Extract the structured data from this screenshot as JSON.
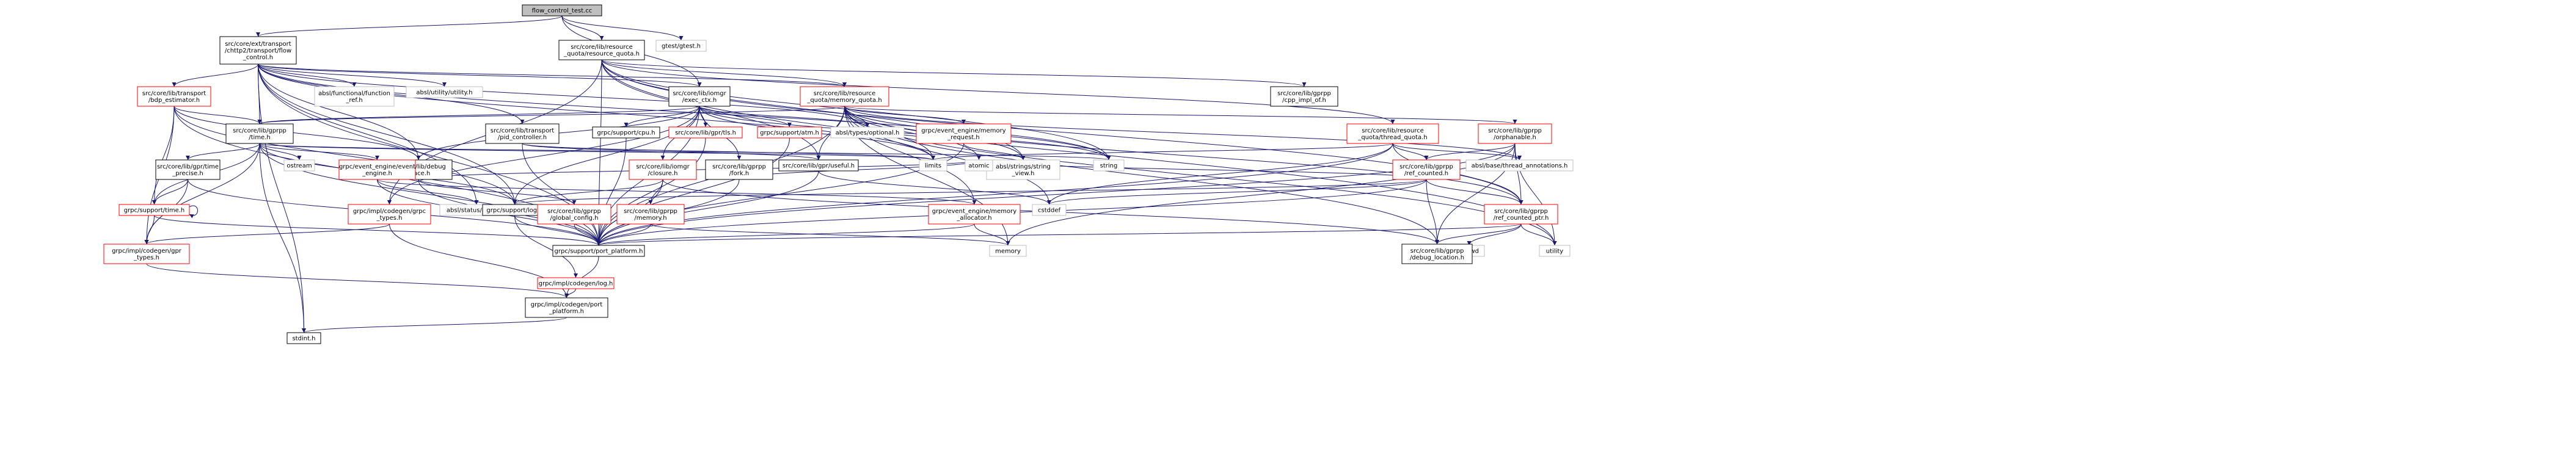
{
  "nodes": [
    {
      "id": "root",
      "lines": [
        "flow_control_test.cc"
      ],
      "kind": "root"
    },
    {
      "id": "flow_control",
      "lines": [
        "src/core/ext/transport",
        "/chttp2/transport/flow",
        "_control.h"
      ],
      "kind": "src"
    },
    {
      "id": "resource_quota",
      "lines": [
        "src/core/lib/resource",
        "_quota/resource_quota.h"
      ],
      "kind": "src"
    },
    {
      "id": "gtest",
      "lines": [
        "gtest/gtest.h"
      ],
      "kind": "gray"
    },
    {
      "id": "bdp_estimator",
      "lines": [
        "src/core/lib/transport",
        "/bdp_estimator.h"
      ],
      "kind": "red"
    },
    {
      "id": "exec_ctx",
      "lines": [
        "src/core/lib/iomgr",
        "/exec_ctx.h"
      ],
      "kind": "src"
    },
    {
      "id": "absl_function_ref",
      "lines": [
        "absl/functional/function",
        "_ref.h"
      ],
      "kind": "gray"
    },
    {
      "id": "absl_utility",
      "lines": [
        "absl/utility/utility.h"
      ],
      "kind": "gray"
    },
    {
      "id": "memory_quota",
      "lines": [
        "src/core/lib/resource",
        "_quota/memory_quota.h"
      ],
      "kind": "red"
    },
    {
      "id": "cpp_impl_of",
      "lines": [
        "src/core/lib/gprpp",
        "/cpp_impl_of.h"
      ],
      "kind": "src"
    },
    {
      "id": "time_h",
      "lines": [
        "src/core/lib/gprpp",
        "/time.h"
      ],
      "kind": "src"
    },
    {
      "id": "pid_controller",
      "lines": [
        "src/core/lib/transport",
        "/pid_controller.h"
      ],
      "kind": "src"
    },
    {
      "id": "support_cpu",
      "lines": [
        "grpc/support/cpu.h"
      ],
      "kind": "src"
    },
    {
      "id": "gpr_tls",
      "lines": [
        "src/core/lib/gpr/tls.h"
      ],
      "kind": "red"
    },
    {
      "id": "support_atm",
      "lines": [
        "grpc/support/atm.h"
      ],
      "kind": "red"
    },
    {
      "id": "absl_optional",
      "lines": [
        "absl/types/optional.h"
      ],
      "kind": "gray"
    },
    {
      "id": "memory_request",
      "lines": [
        "grpc/event_engine/memory",
        "_request.h"
      ],
      "kind": "red"
    },
    {
      "id": "thread_quota",
      "lines": [
        "src/core/lib/resource",
        "_quota/thread_quota.h"
      ],
      "kind": "red"
    },
    {
      "id": "orphanable",
      "lines": [
        "src/core/lib/gprpp",
        "/orphanable.h"
      ],
      "kind": "red"
    },
    {
      "id": "string",
      "lines": [
        "string"
      ],
      "kind": "gray"
    },
    {
      "id": "limits",
      "lines": [
        "limits"
      ],
      "kind": "gray"
    },
    {
      "id": "debug_trace",
      "lines": [
        "src/core/lib/debug",
        "/trace.h"
      ],
      "kind": "src"
    },
    {
      "id": "iomgr_closure",
      "lines": [
        "src/core/lib/iomgr",
        "/closure.h"
      ],
      "kind": "red"
    },
    {
      "id": "gprpp_fork",
      "lines": [
        "src/core/lib/gprpp",
        "/fork.h"
      ],
      "kind": "src"
    },
    {
      "id": "gpr_useful",
      "lines": [
        "src/core/lib/gpr/useful.h"
      ],
      "kind": "src"
    },
    {
      "id": "absl_string_view",
      "lines": [
        "absl/strings/string",
        "_view.h"
      ],
      "kind": "gray"
    },
    {
      "id": "thread_annotations",
      "lines": [
        "absl/base/thread_annotations.h"
      ],
      "kind": "gray"
    },
    {
      "id": "ref_counted",
      "lines": [
        "src/core/lib/gprpp",
        "/ref_counted.h"
      ],
      "kind": "red"
    },
    {
      "id": "time_precise",
      "lines": [
        "src/core/lib/gpr/time",
        "_precise.h"
      ],
      "kind": "src"
    },
    {
      "id": "ostream",
      "lines": [
        "ostream"
      ],
      "kind": "gray"
    },
    {
      "id": "ee_event_engine",
      "lines": [
        "grpc/event_engine/event",
        "_engine.h"
      ],
      "kind": "red"
    },
    {
      "id": "codegen_grpc_types",
      "lines": [
        "grpc/impl/codegen/grpc",
        "_types.h"
      ],
      "kind": "red"
    },
    {
      "id": "absl_status",
      "lines": [
        "absl/status/status.h"
      ],
      "kind": "gray"
    },
    {
      "id": "support_log",
      "lines": [
        "grpc/support/log.h"
      ],
      "kind": "src"
    },
    {
      "id": "global_config",
      "lines": [
        "src/core/lib/gprpp",
        "/global_config.h"
      ],
      "kind": "red"
    },
    {
      "id": "gprpp_memory",
      "lines": [
        "src/core/lib/gprpp",
        "/memory.h"
      ],
      "kind": "red"
    },
    {
      "id": "memory_allocator",
      "lines": [
        "grpc/event_engine/memory",
        "_allocator.h"
      ],
      "kind": "red"
    },
    {
      "id": "cstddef",
      "lines": [
        "cstddef"
      ],
      "kind": "gray"
    },
    {
      "id": "atomic",
      "lines": [
        "atomic"
      ],
      "kind": "gray"
    },
    {
      "id": "ref_counted_ptr",
      "lines": [
        "src/core/lib/gprpp",
        "/ref_counted_ptr.h"
      ],
      "kind": "red"
    },
    {
      "id": "iosfwd",
      "lines": [
        "iosfwd"
      ],
      "kind": "gray"
    },
    {
      "id": "utility",
      "lines": [
        "utility"
      ],
      "kind": "gray"
    },
    {
      "id": "support_time",
      "lines": [
        "grpc/support/time.h"
      ],
      "kind": "red"
    },
    {
      "id": "codegen_gpr_types",
      "lines": [
        "grpc/impl/codegen/gpr",
        "_types.h"
      ],
      "kind": "red"
    },
    {
      "id": "port_platform",
      "lines": [
        "grpc/support/port_platform.h"
      ],
      "kind": "src"
    },
    {
      "id": "codegen_log",
      "lines": [
        "grpc/impl/codegen/log.h"
      ],
      "kind": "red"
    },
    {
      "id": "memory",
      "lines": [
        "memory"
      ],
      "kind": "gray"
    },
    {
      "id": "debug_location",
      "lines": [
        "src/core/lib/gprpp",
        "/debug_location.h"
      ],
      "kind": "src"
    },
    {
      "id": "codegen_port_platform",
      "lines": [
        "grpc/impl/codegen/port",
        "_platform.h"
      ],
      "kind": "src"
    },
    {
      "id": "stdint",
      "lines": [
        "stdint.h"
      ],
      "kind": "src"
    }
  ],
  "edges": [
    [
      "root",
      "flow_control"
    ],
    [
      "root",
      "resource_quota"
    ],
    [
      "root",
      "gtest"
    ],
    [
      "root",
      "exec_ctx"
    ],
    [
      "flow_control",
      "bdp_estimator"
    ],
    [
      "flow_control",
      "time_h"
    ],
    [
      "flow_control",
      "pid_controller"
    ],
    [
      "flow_control",
      "absl_function_ref"
    ],
    [
      "flow_control",
      "absl_utility"
    ],
    [
      "flow_control",
      "memory_quota"
    ],
    [
      "flow_control",
      "absl_optional"
    ],
    [
      "flow_control",
      "string"
    ],
    [
      "flow_control",
      "limits"
    ],
    [
      "flow_control",
      "support_log"
    ],
    [
      "flow_control",
      "port_platform"
    ],
    [
      "flow_control",
      "stdint"
    ],
    [
      "flow_control",
      "absl_status"
    ],
    [
      "flow_control",
      "debug_trace"
    ],
    [
      "flow_control",
      "exec_ctx"
    ],
    [
      "resource_quota",
      "memory_quota"
    ],
    [
      "resource_quota",
      "thread_quota"
    ],
    [
      "resource_quota",
      "cpp_impl_of"
    ],
    [
      "resource_quota",
      "string"
    ],
    [
      "resource_quota",
      "absl_string_view"
    ],
    [
      "resource_quota",
      "gpr_useful"
    ],
    [
      "resource_quota",
      "ref_counted_ptr"
    ],
    [
      "resource_quota",
      "port_platform"
    ],
    [
      "resource_quota",
      "codegen_grpc_types"
    ],
    [
      "resource_quota",
      "utility"
    ],
    [
      "bdp_estimator",
      "time_h"
    ],
    [
      "bdp_estimator",
      "support_time"
    ],
    [
      "bdp_estimator",
      "codegen_gpr_types"
    ],
    [
      "bdp_estimator",
      "port_platform"
    ],
    [
      "bdp_estimator",
      "support_log"
    ],
    [
      "bdp_estimator",
      "debug_trace"
    ],
    [
      "exec_ctx",
      "time_h"
    ],
    [
      "exec_ctx",
      "support_cpu"
    ],
    [
      "exec_ctx",
      "gpr_tls"
    ],
    [
      "exec_ctx",
      "support_atm"
    ],
    [
      "exec_ctx",
      "iomgr_closure"
    ],
    [
      "exec_ctx",
      "gprpp_fork"
    ],
    [
      "exec_ctx",
      "debug_trace"
    ],
    [
      "exec_ctx",
      "limits"
    ],
    [
      "exec_ctx",
      "codegen_grpc_types"
    ],
    [
      "exec_ctx",
      "port_platform"
    ],
    [
      "exec_ctx",
      "support_log"
    ],
    [
      "exec_ctx",
      "absl_optional"
    ],
    [
      "exec_ctx",
      "string"
    ],
    [
      "memory_quota",
      "memory_request"
    ],
    [
      "memory_quota",
      "orphanable"
    ],
    [
      "memory_quota",
      "ref_counted_ptr"
    ],
    [
      "memory_quota",
      "absl_string_view"
    ],
    [
      "memory_quota",
      "absl_optional"
    ],
    [
      "memory_quota",
      "atomic"
    ],
    [
      "memory_quota",
      "cstddef"
    ],
    [
      "memory_quota",
      "limits"
    ],
    [
      "memory_quota",
      "memory"
    ],
    [
      "memory_quota",
      "string"
    ],
    [
      "memory_quota",
      "thread_annotations"
    ],
    [
      "memory_quota",
      "port_platform"
    ],
    [
      "memory_quota",
      "memory_allocator"
    ],
    [
      "memory_quota",
      "utility"
    ],
    [
      "memory_quota",
      "time_h"
    ],
    [
      "memory_quota",
      "debug_location"
    ],
    [
      "memory_quota",
      "gpr_useful"
    ],
    [
      "time_h",
      "time_precise"
    ],
    [
      "time_h",
      "ostream"
    ],
    [
      "time_h",
      "ee_event_engine"
    ],
    [
      "time_h",
      "support_time"
    ],
    [
      "time_h",
      "codegen_gpr_types"
    ],
    [
      "time_h",
      "port_platform"
    ],
    [
      "time_h",
      "limits"
    ],
    [
      "time_h",
      "string"
    ],
    [
      "time_h",
      "stdint"
    ],
    [
      "time_h",
      "support_log"
    ],
    [
      "pid_controller",
      "limits"
    ],
    [
      "pid_controller",
      "gpr_useful"
    ],
    [
      "pid_controller",
      "port_platform"
    ],
    [
      "support_cpu",
      "port_platform"
    ],
    [
      "gpr_tls",
      "port_platform"
    ],
    [
      "support_atm",
      "port_platform"
    ],
    [
      "memory_request",
      "absl_string_view"
    ],
    [
      "memory_request",
      "port_platform"
    ],
    [
      "thread_quota",
      "ref_counted"
    ],
    [
      "thread_quota",
      "thread_annotations"
    ],
    [
      "thread_quota",
      "cstddef"
    ],
    [
      "thread_quota",
      "limits"
    ],
    [
      "thread_quota",
      "ref_counted_ptr"
    ],
    [
      "thread_quota",
      "port_platform"
    ],
    [
      "orphanable",
      "ref_counted"
    ],
    [
      "orphanable",
      "ref_counted_ptr"
    ],
    [
      "orphanable",
      "debug_location"
    ],
    [
      "orphanable",
      "memory"
    ],
    [
      "orphanable",
      "utility"
    ],
    [
      "orphanable",
      "port_platform"
    ],
    [
      "debug_trace",
      "global_config"
    ],
    [
      "debug_trace",
      "port_platform"
    ],
    [
      "debug_trace",
      "atomic"
    ],
    [
      "iomgr_closure",
      "gprpp_memory"
    ],
    [
      "iomgr_closure",
      "support_log"
    ],
    [
      "iomgr_closure",
      "port_platform"
    ],
    [
      "iomgr_closure",
      "debug_location"
    ],
    [
      "gprpp_fork",
      "port_platform"
    ],
    [
      "gprpp_fork",
      "atomic"
    ],
    [
      "gpr_useful",
      "cstddef"
    ],
    [
      "gpr_useful",
      "port_platform"
    ],
    [
      "ref_counted",
      "atomic"
    ],
    [
      "ref_counted",
      "cstddef"
    ],
    [
      "ref_counted",
      "ref_counted_ptr"
    ],
    [
      "ref_counted",
      "debug_location"
    ],
    [
      "ref_counted",
      "support_log"
    ],
    [
      "ref_counted",
      "port_platform"
    ],
    [
      "time_precise",
      "support_time"
    ],
    [
      "time_precise",
      "codegen_gpr_types"
    ],
    [
      "time_precise",
      "port_platform"
    ],
    [
      "ee_event_engine",
      "absl_status"
    ],
    [
      "ee_event_engine",
      "memory_allocator"
    ],
    [
      "ee_event_engine",
      "port_platform"
    ],
    [
      "codegen_grpc_types",
      "codegen_gpr_types"
    ],
    [
      "codegen_grpc_types",
      "codegen_port_platform"
    ],
    [
      "support_log",
      "codegen_log"
    ],
    [
      "support_log",
      "port_platform"
    ],
    [
      "global_config",
      "port_platform"
    ],
    [
      "gprpp_memory",
      "port_platform"
    ],
    [
      "gprpp_memory",
      "memory"
    ],
    [
      "memory_allocator",
      "memory"
    ],
    [
      "memory_allocator",
      "port_platform"
    ],
    [
      "ref_counted_ptr",
      "iosfwd"
    ],
    [
      "ref_counted_ptr",
      "utility"
    ],
    [
      "ref_counted_ptr",
      "debug_location"
    ],
    [
      "ref_counted_ptr",
      "port_platform"
    ],
    [
      "support_time",
      "support_time"
    ],
    [
      "support_time",
      "codegen_gpr_types"
    ],
    [
      "support_time",
      "port_platform"
    ],
    [
      "codegen_gpr_types",
      "codegen_port_platform"
    ],
    [
      "port_platform",
      "codegen_port_platform"
    ],
    [
      "codegen_log",
      "codegen_port_platform"
    ],
    [
      "codegen_port_platform",
      "stdint"
    ]
  ],
  "colors": {
    "edge": "#191970",
    "default_border": "#000000",
    "red_border": "#ff0000",
    "gray_border": "#bfbfbf",
    "root_fill": "#bfbfbf"
  }
}
